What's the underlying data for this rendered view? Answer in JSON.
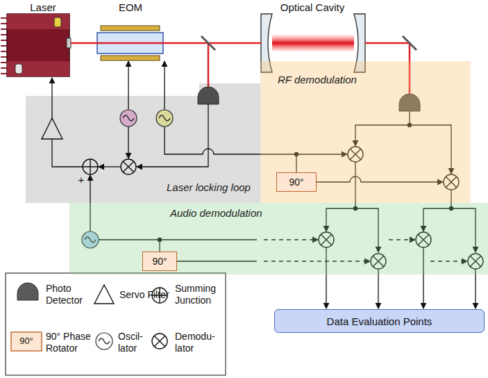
{
  "diagram": {
    "nodes": [
      {
        "text": [
          "Laser locking loop"
        ]
      },
      {
        "text": [
          "RF demodulation"
        ]
      },
      {
        "text": [
          "Audio demodulation"
        ]
      },
      {
        "text": [
          "90°"
        ],
        "in": 1
      },
      {
        "text": [
          "90°"
        ],
        "in": 2
      },
      {
        "text": [
          "Data Evaluation Points"
        ]
      }
    ],
    "labels": [
      "Laser",
      "EOM",
      "Optical Cavity",
      "+",
      "90°"
    ],
    "legend": [
      {
        "text": "Photo Detector"
      },
      {
        "text": "Servo Filter"
      },
      {
        "text": "Summing Junction"
      },
      {
        "text": "90° Phase Rotator"
      },
      {
        "text": "Oscil- lator"
      },
      {
        "text": "Demodu- lator"
      }
    ]
  }
}
